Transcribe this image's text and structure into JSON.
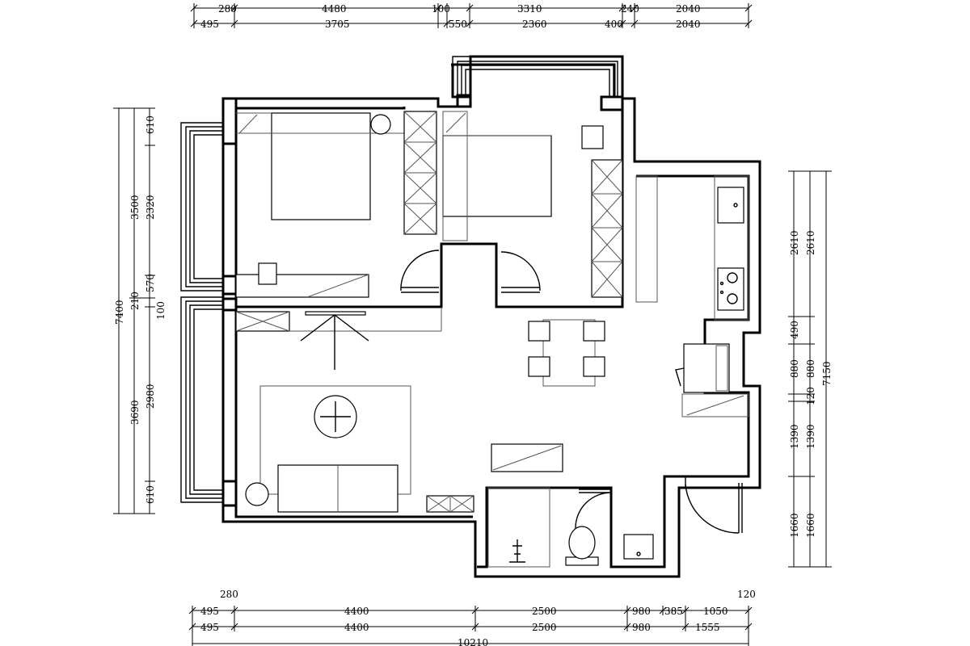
{
  "dimensions": {
    "top_row1": [
      "280",
      "4480",
      "100",
      "3310",
      "240",
      "2040"
    ],
    "top_row2": [
      "495",
      "3705",
      "550",
      "2360",
      "400",
      "2040"
    ],
    "left_outer": [
      "7400"
    ],
    "left_mid": [
      "3500",
      "210",
      "3690"
    ],
    "left_inner": [
      "610",
      "2320",
      "570",
      "100",
      "2980",
      "610"
    ],
    "right_inner": [
      "2610",
      "490",
      "880",
      "1390",
      "1660"
    ],
    "right_mid": [
      "2610",
      "880",
      "120",
      "1390",
      "1660"
    ],
    "right_outer": [
      "7150"
    ],
    "bottom_labels": [
      "280",
      "120"
    ],
    "bottom_row1": [
      "495",
      "4400",
      "2500",
      "980",
      "385",
      "1050"
    ],
    "bottom_row2": [
      "495",
      "4400",
      "2500",
      "980",
      "1555"
    ],
    "bottom_total": [
      "10210"
    ]
  }
}
